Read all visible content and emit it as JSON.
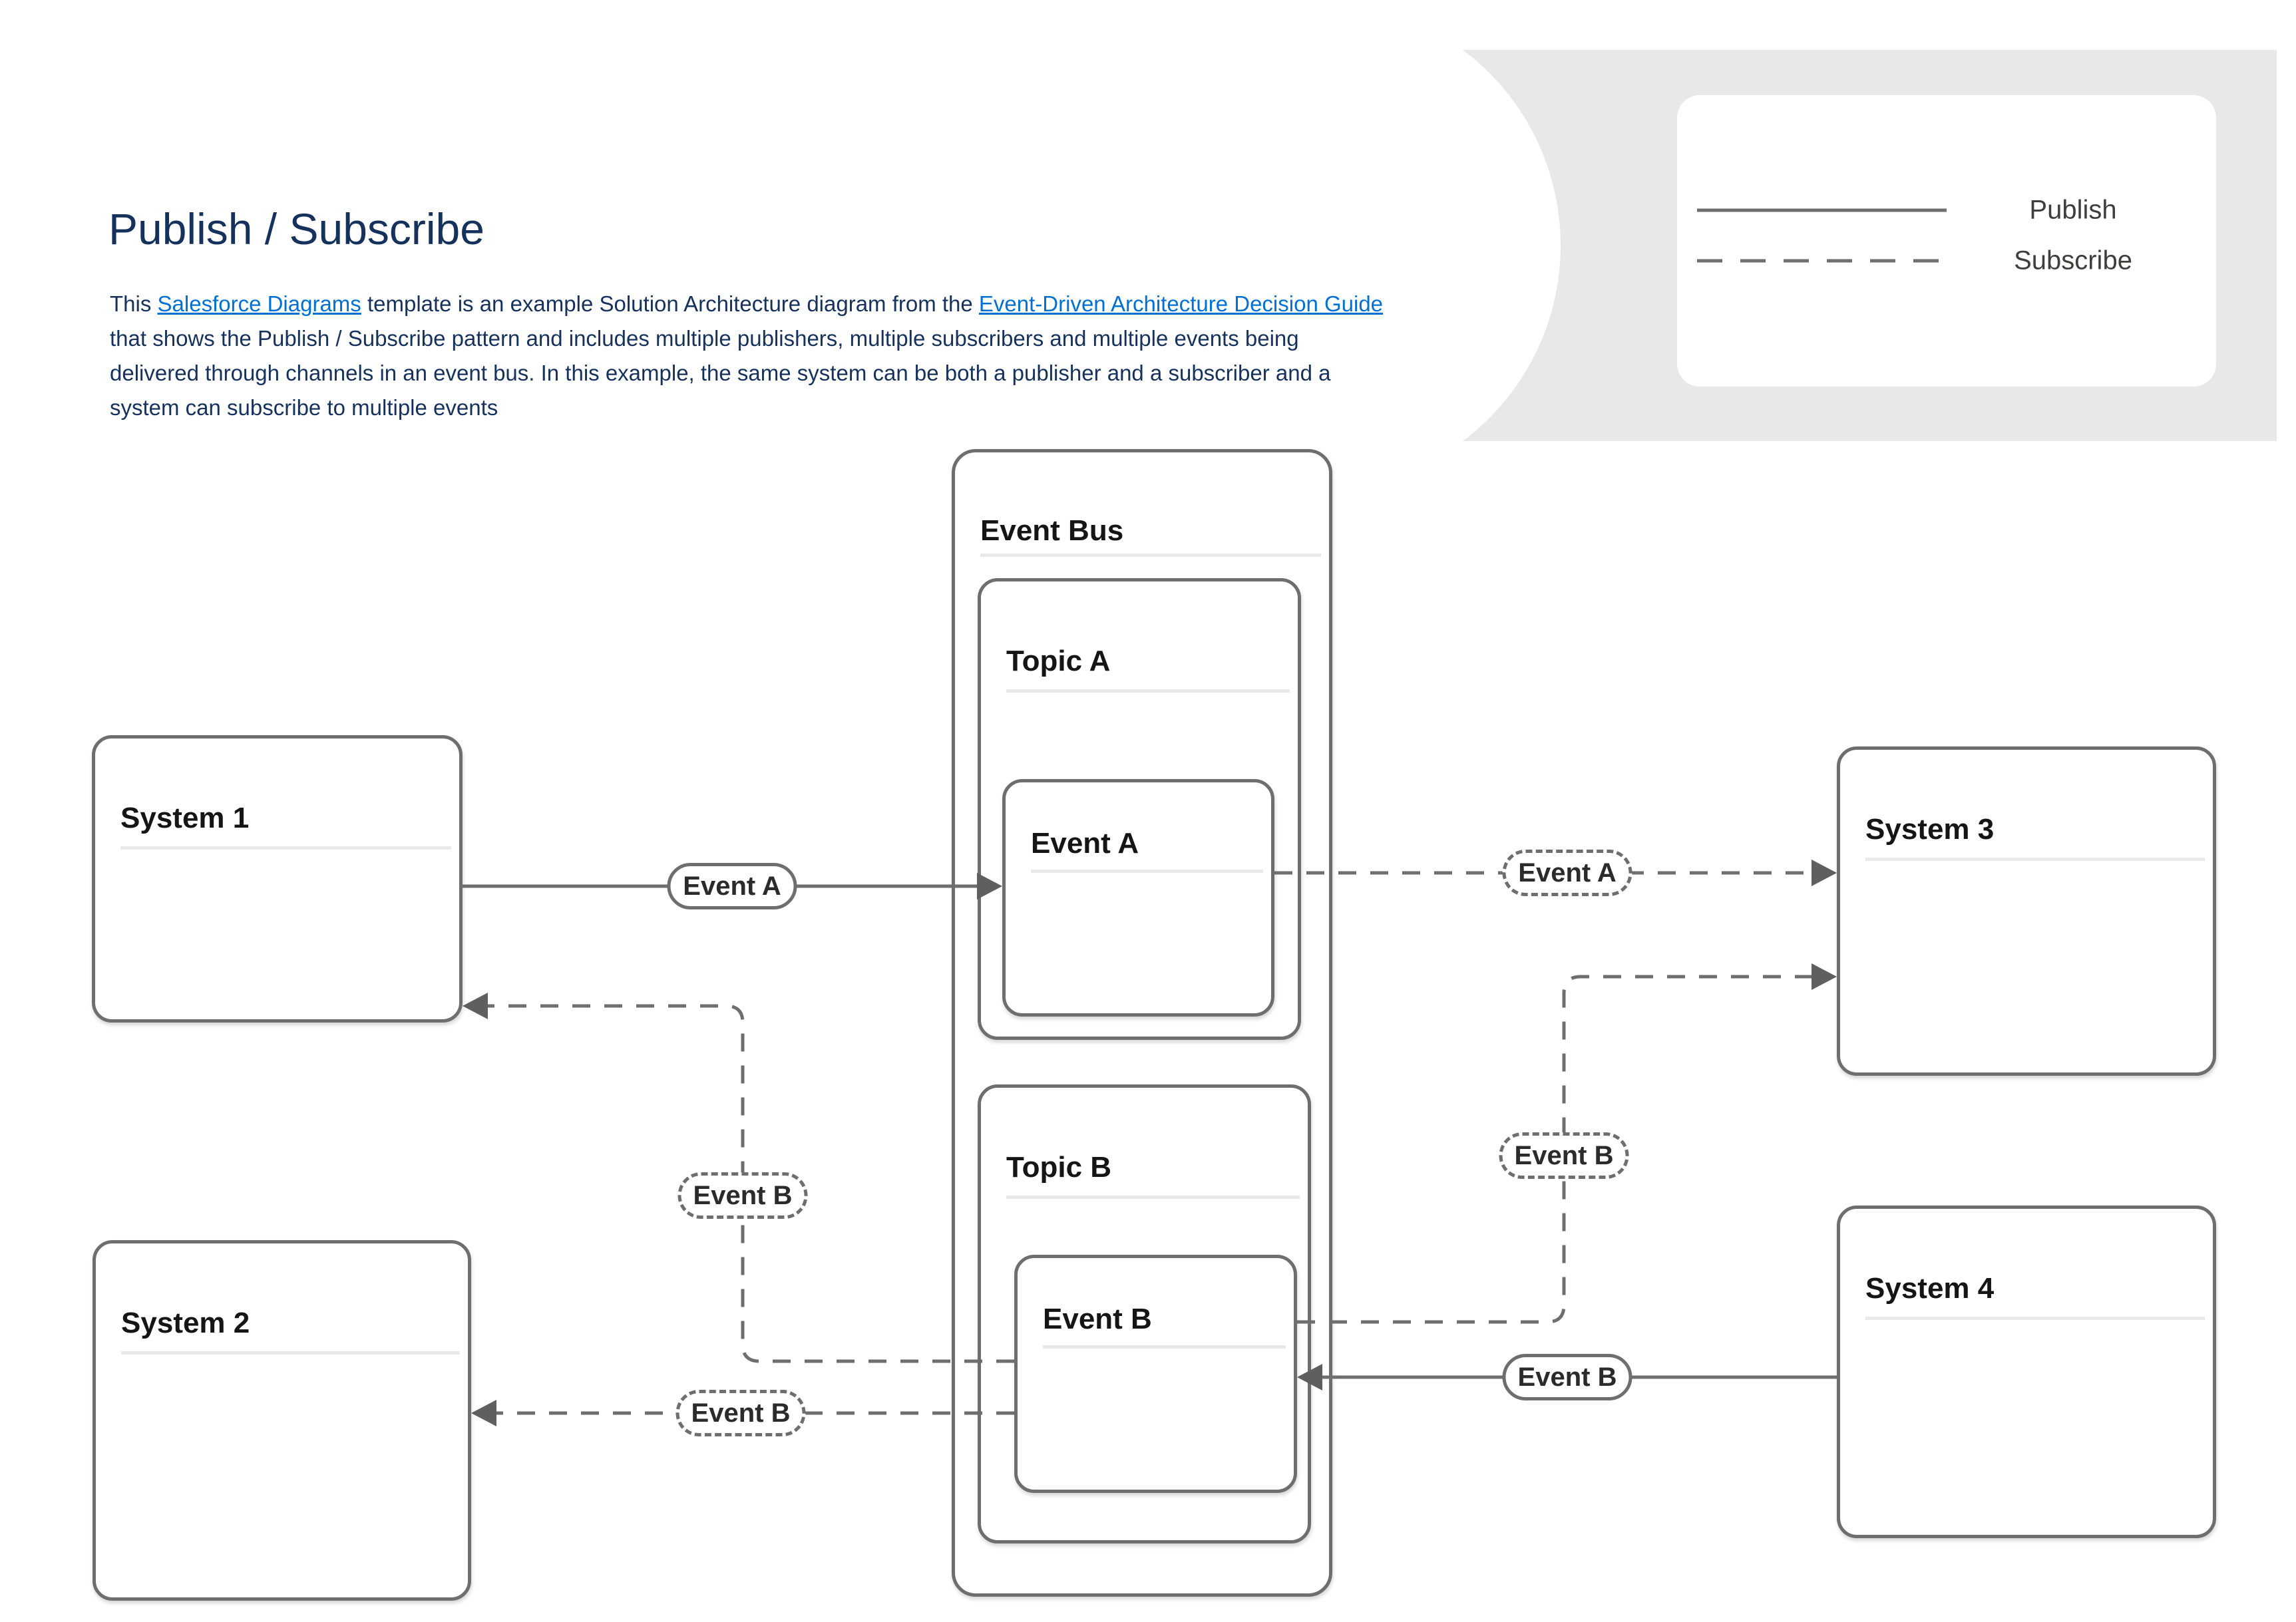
{
  "header": {
    "title": "Publish / Subscribe"
  },
  "intro": {
    "text_before_link1": "This ",
    "link1_label": "Salesforce Diagrams",
    "text_between_links": " template is an example Solution Architecture diagram from the ",
    "link2_label": "Event-Driven Architecture Decision Guide",
    "text_after_link2": " that shows the Publish / Subscribe pattern and includes multiple publishers, multiple subscribers and multiple events being delivered through channels in an event bus. In this example, the same system can be both a publisher and a subscriber and a system can subscribe to multiple events"
  },
  "legend": {
    "publish_label": "Publish",
    "subscribe_label": "Subscribe"
  },
  "diagram": {
    "event_bus": {
      "label": "Event Bus"
    },
    "topic_a": {
      "label": "Topic A"
    },
    "event_a": {
      "label": "Event A"
    },
    "topic_b": {
      "label": "Topic B"
    },
    "event_b": {
      "label": "Event B"
    },
    "system_1": {
      "label": "System 1"
    },
    "system_2": {
      "label": "System 2"
    },
    "system_3": {
      "label": "System 3"
    },
    "system_4": {
      "label": "System 4"
    },
    "pills": {
      "publish_event_a": {
        "label": "Event A"
      },
      "subscribe_event_a_system3": {
        "label": "Event A"
      },
      "subscribe_event_b_system3": {
        "label": "Event B"
      },
      "publish_event_b": {
        "label": "Event B"
      },
      "subscribe_event_b_system1": {
        "label": "Event B"
      },
      "subscribe_event_b_system2": {
        "label": "Event B"
      }
    }
  },
  "colors": {
    "heading_navy": "#16325c",
    "link_blue": "#0070d2",
    "line_gray": "#6e6e6e",
    "panel_gray": "#e8e8e8",
    "divider_gray": "#e9e9e9"
  }
}
